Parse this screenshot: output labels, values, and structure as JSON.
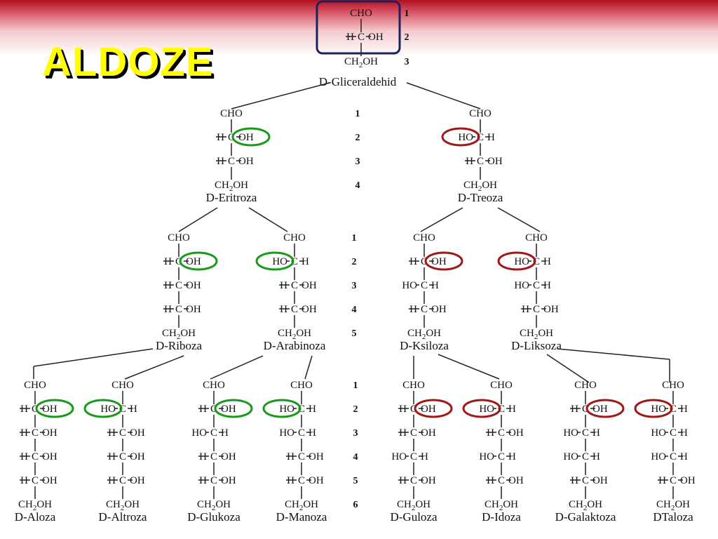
{
  "title": "ALDOZE",
  "colors": {
    "banner_red": "#b01020",
    "title_yellow": "#ffff00",
    "green": "#1a9a1a",
    "red": "#a01818",
    "navy": "#1c2260"
  },
  "labels": {
    "cho": "CHO",
    "ch2oh": "CH",
    "sub2": "2",
    "oh_suffix": "OH",
    "oh": "OH",
    "ho": "HO",
    "h": "H",
    "c": "C"
  },
  "gliceraldehid": {
    "name": "D-Gliceraldehid",
    "numbers": [
      "1",
      "2",
      "3"
    ]
  },
  "level1": {
    "numbers": [
      "1",
      "2",
      "3",
      "4"
    ],
    "sugars": [
      {
        "name": "D-Eritroza",
        "config": [
          "R",
          "R"
        ]
      },
      {
        "name": "D-Treoza",
        "config": [
          "L",
          "R"
        ]
      }
    ]
  },
  "level2": {
    "numbers": [
      "1",
      "2",
      "3",
      "4",
      "5"
    ],
    "sugars": [
      {
        "name": "D-Riboza",
        "config": [
          "R",
          "R",
          "R"
        ]
      },
      {
        "name": "D-Arabinoza",
        "config": [
          "L",
          "R",
          "R"
        ]
      },
      {
        "name": "D-Ksiloza",
        "config": [
          "R",
          "L",
          "R"
        ]
      },
      {
        "name": "D-Liksoza",
        "config": [
          "L",
          "L",
          "R"
        ]
      }
    ]
  },
  "level3": {
    "numbers": [
      "1",
      "2",
      "3",
      "4",
      "5",
      "6"
    ],
    "sugars": [
      {
        "name": "D-Aloza",
        "config": [
          "R",
          "R",
          "R",
          "R"
        ]
      },
      {
        "name": "D-Altroza",
        "config": [
          "L",
          "R",
          "R",
          "R"
        ]
      },
      {
        "name": "D-Glukoza",
        "config": [
          "R",
          "L",
          "R",
          "R"
        ]
      },
      {
        "name": "D-Manoza",
        "config": [
          "L",
          "L",
          "R",
          "R"
        ]
      },
      {
        "name": "D-Guloza",
        "config": [
          "R",
          "R",
          "L",
          "R"
        ]
      },
      {
        "name": "D-Idoza",
        "config": [
          "L",
          "R",
          "L",
          "R"
        ]
      },
      {
        "name": "D-Galaktoza",
        "config": [
          "R",
          "L",
          "L",
          "R"
        ]
      },
      {
        "name": "DTaloza",
        "config": [
          "L",
          "L",
          "L",
          "R"
        ]
      }
    ]
  }
}
